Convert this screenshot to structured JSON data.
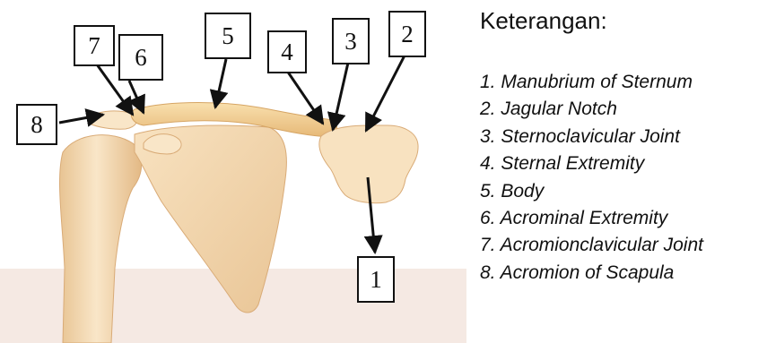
{
  "legend": {
    "title": "Keterangan:",
    "items": [
      "1. Manubrium of Sternum",
      "2. Jagular Notch",
      "3. Sternoclavicular Joint",
      "4. Sternal Extremity",
      "5. Body",
      "6. Acrominal Extremity",
      "7. Acromionclavicular Joint",
      "8. Acromion of Scapula"
    ]
  },
  "labels": [
    "1",
    "2",
    "3",
    "4",
    "5",
    "6",
    "7",
    "8"
  ],
  "colors": {
    "bone_fill": "#f6dcb4",
    "bone_shade": "#e7bf8c",
    "clavicle": "#f1cf93",
    "background_band": "#f5e9e3",
    "line": "#111111"
  }
}
